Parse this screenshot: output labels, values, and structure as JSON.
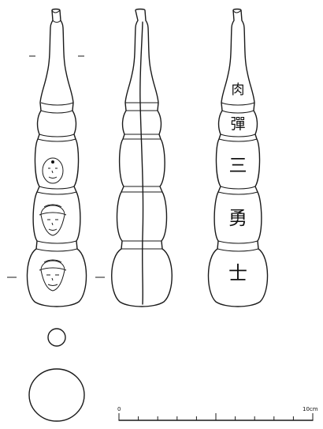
{
  "inscription": [
    "肉",
    "彈",
    "三",
    "勇",
    "士"
  ],
  "scale": {
    "start_label": "0",
    "end_label": "10cm",
    "ticks": [
      0,
      1,
      2,
      3,
      4,
      5,
      6,
      7,
      8,
      9,
      10
    ]
  },
  "faces": [
    "face",
    "face-with-cap",
    "face-with-cap"
  ]
}
